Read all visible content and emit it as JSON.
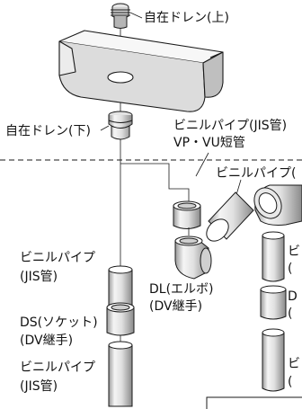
{
  "labels": {
    "drain_top": "自在ドレン(上)",
    "drain_bottom": "自在ドレン(下)",
    "short_pipe_line1": "ビニルパイプ(JIS管)",
    "short_pipe_line2": "VP・VU短管",
    "pipe_right": "ビニルパイプ(",
    "pipe_left_upper_line1": "ビニルパイプ",
    "pipe_left_upper_line2": "(JIS管)",
    "elbow_line1": "DL(エルボ)",
    "elbow_line2": "(DV継手)",
    "socket_line1": "DS(ソケット)",
    "socket_line2": "(DV継手)",
    "pipe_left_lower_line1": "ビニルパイプ",
    "pipe_left_lower_line2": "(JIS管)",
    "edge_b1": "ビ",
    "edge_p1": "(",
    "edge_d": "D",
    "edge_p2": "(",
    "edge_b2": "ビ",
    "edge_p3": "("
  },
  "colors": {
    "stroke": "#1a1a1a",
    "fill_light": "#f2f2f2",
    "fill_mid": "#d9d9d9",
    "fill_dark": "#a6a6a6"
  }
}
